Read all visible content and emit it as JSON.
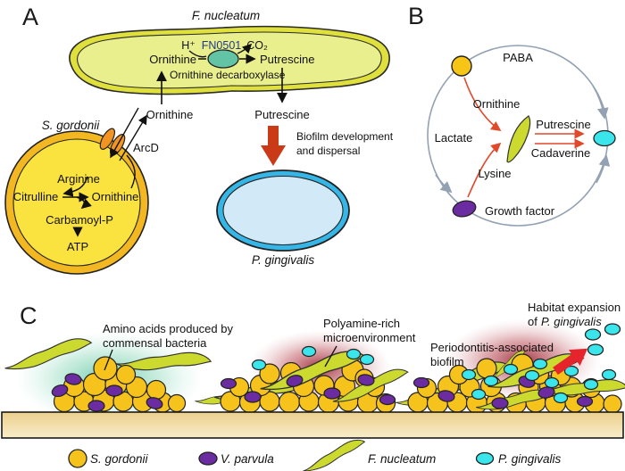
{
  "panel_letters": {
    "a": "A",
    "b": "B",
    "c": "C"
  },
  "panel_a": {
    "fn_title": "F. nucleatum",
    "h_plus": "H⁺",
    "enzyme_gene": "FN0501",
    "co2": "CO₂",
    "ornithine_inside": "Ornithine",
    "putrescine_inside": "Putrescine",
    "enzyme_name": "Ornithine decarboxylase",
    "ornithine_outside": "Ornithine",
    "putrescine_outside": "Putrescine",
    "sg_title": "S. gordonii",
    "arcd": "ArcD",
    "arginine": "Arginine",
    "citrulline": "Citrulline",
    "ornithine_sg": "Ornithine",
    "carbamoyl_p": "Carbamoyl-P",
    "atp": "ATP",
    "biofilm_line1": "Biofilm development",
    "biofilm_line2": "and dispersal",
    "pg_title": "P. gingivalis"
  },
  "panel_b": {
    "paba": "PABA",
    "ornithine": "Ornithine",
    "lactate": "Lactate",
    "lysine": "Lysine",
    "growth_factor": "Growth factor",
    "putrescine": "Putrescine",
    "cadaverine": "Cadaverine"
  },
  "panel_c": {
    "callout1_line1": "Amino acids produced by",
    "callout1_line2": "commensal bacteria",
    "callout2_line1": "Polyamine-rich",
    "callout2_line2": "microenvironment",
    "callout3_line1": "Periodontitis-associated",
    "callout3_line2": "biofilm",
    "callout4_line1": "Habitat expansion",
    "callout4_line2_prefix": "of",
    "callout4_line2_species": "P. gingivalis"
  },
  "legend": {
    "items": [
      {
        "label": "S. gordonii"
      },
      {
        "label": "V. parvula"
      },
      {
        "label": "F. nucleatum"
      },
      {
        "label": "P. gingivalis"
      }
    ]
  },
  "colors": {
    "s_gordonii_yellow": "#f6c21c",
    "v_parvula_purple": "#6b2ba1",
    "f_nucleatum_green": "#ccd92f",
    "p_gingivalis_cyan": "#3ae6ec",
    "fn_cell_band": "#dfe03c",
    "fn_cell_inner": "#e9ef8d",
    "sg_cell_ring": "#f3b821",
    "sg_cell_inner": "#fae23f",
    "arcd_orange": "#f29422",
    "enzyme_teal": "#62c4a4",
    "pg_ring_blue": "#36b6e6",
    "pg_fill_blue": "#d2eaf8",
    "red_arrow": "#cb3a17",
    "bright_red_arrow": "#e6242b",
    "cycle_gray": "#93a1b3",
    "substrate_tan": "#f0d696"
  }
}
